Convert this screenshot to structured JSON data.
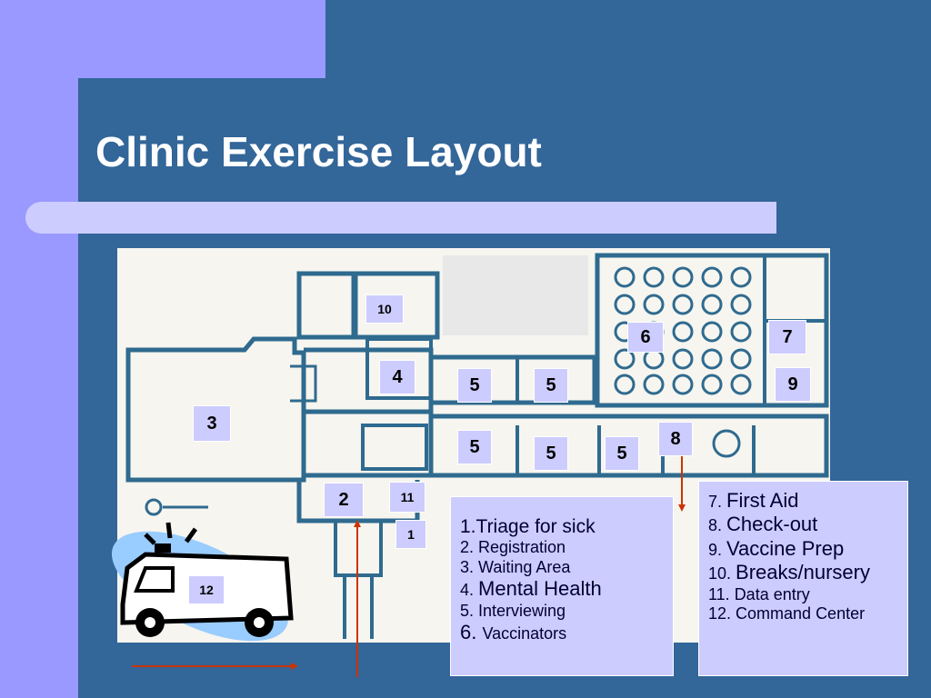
{
  "slide": {
    "title": "Clinic Exercise Layout"
  },
  "labels": [
    {
      "id": "10",
      "text": "10"
    },
    {
      "id": "6",
      "text": "6"
    },
    {
      "id": "7",
      "text": "7"
    },
    {
      "id": "4",
      "text": "4"
    },
    {
      "id": "5a",
      "text": "5"
    },
    {
      "id": "5b",
      "text": "5"
    },
    {
      "id": "9",
      "text": "9"
    },
    {
      "id": "3",
      "text": "3"
    },
    {
      "id": "8",
      "text": "8"
    },
    {
      "id": "5c",
      "text": "5"
    },
    {
      "id": "5d",
      "text": "5"
    },
    {
      "id": "5e",
      "text": "5"
    },
    {
      "id": "2",
      "text": "2"
    },
    {
      "id": "11",
      "text": "11"
    },
    {
      "id": "1",
      "text": "1"
    },
    {
      "id": "12",
      "text": "12"
    }
  ],
  "legend_left": [
    {
      "num": "1.",
      "text": "Triage for sick"
    },
    {
      "num": "2. ",
      "text": "Registration"
    },
    {
      "num": "3. ",
      "text": "Waiting Area"
    },
    {
      "num": "4. ",
      "text": "Mental Health"
    },
    {
      "num": "5. ",
      "text": "Interviewing"
    },
    {
      "num": "6. ",
      "text": "Vaccinators"
    }
  ],
  "legend_right": [
    {
      "num": "7. ",
      "text": "First Aid"
    },
    {
      "num": "8. ",
      "text": "Check-out"
    },
    {
      "num": "9. ",
      "text": "Vaccine Prep"
    },
    {
      "num": "10. ",
      "text": "Breaks/nursery"
    },
    {
      "num": "11. ",
      "text": "Data entry"
    },
    {
      "num": "12. ",
      "text": "Command Center"
    }
  ],
  "colors": {
    "background": "#336699",
    "accent_purple": "#9999ff",
    "label_fill": "#ccccff",
    "plan_lines": "#2f6a8f",
    "arrow": "#cc3300"
  }
}
